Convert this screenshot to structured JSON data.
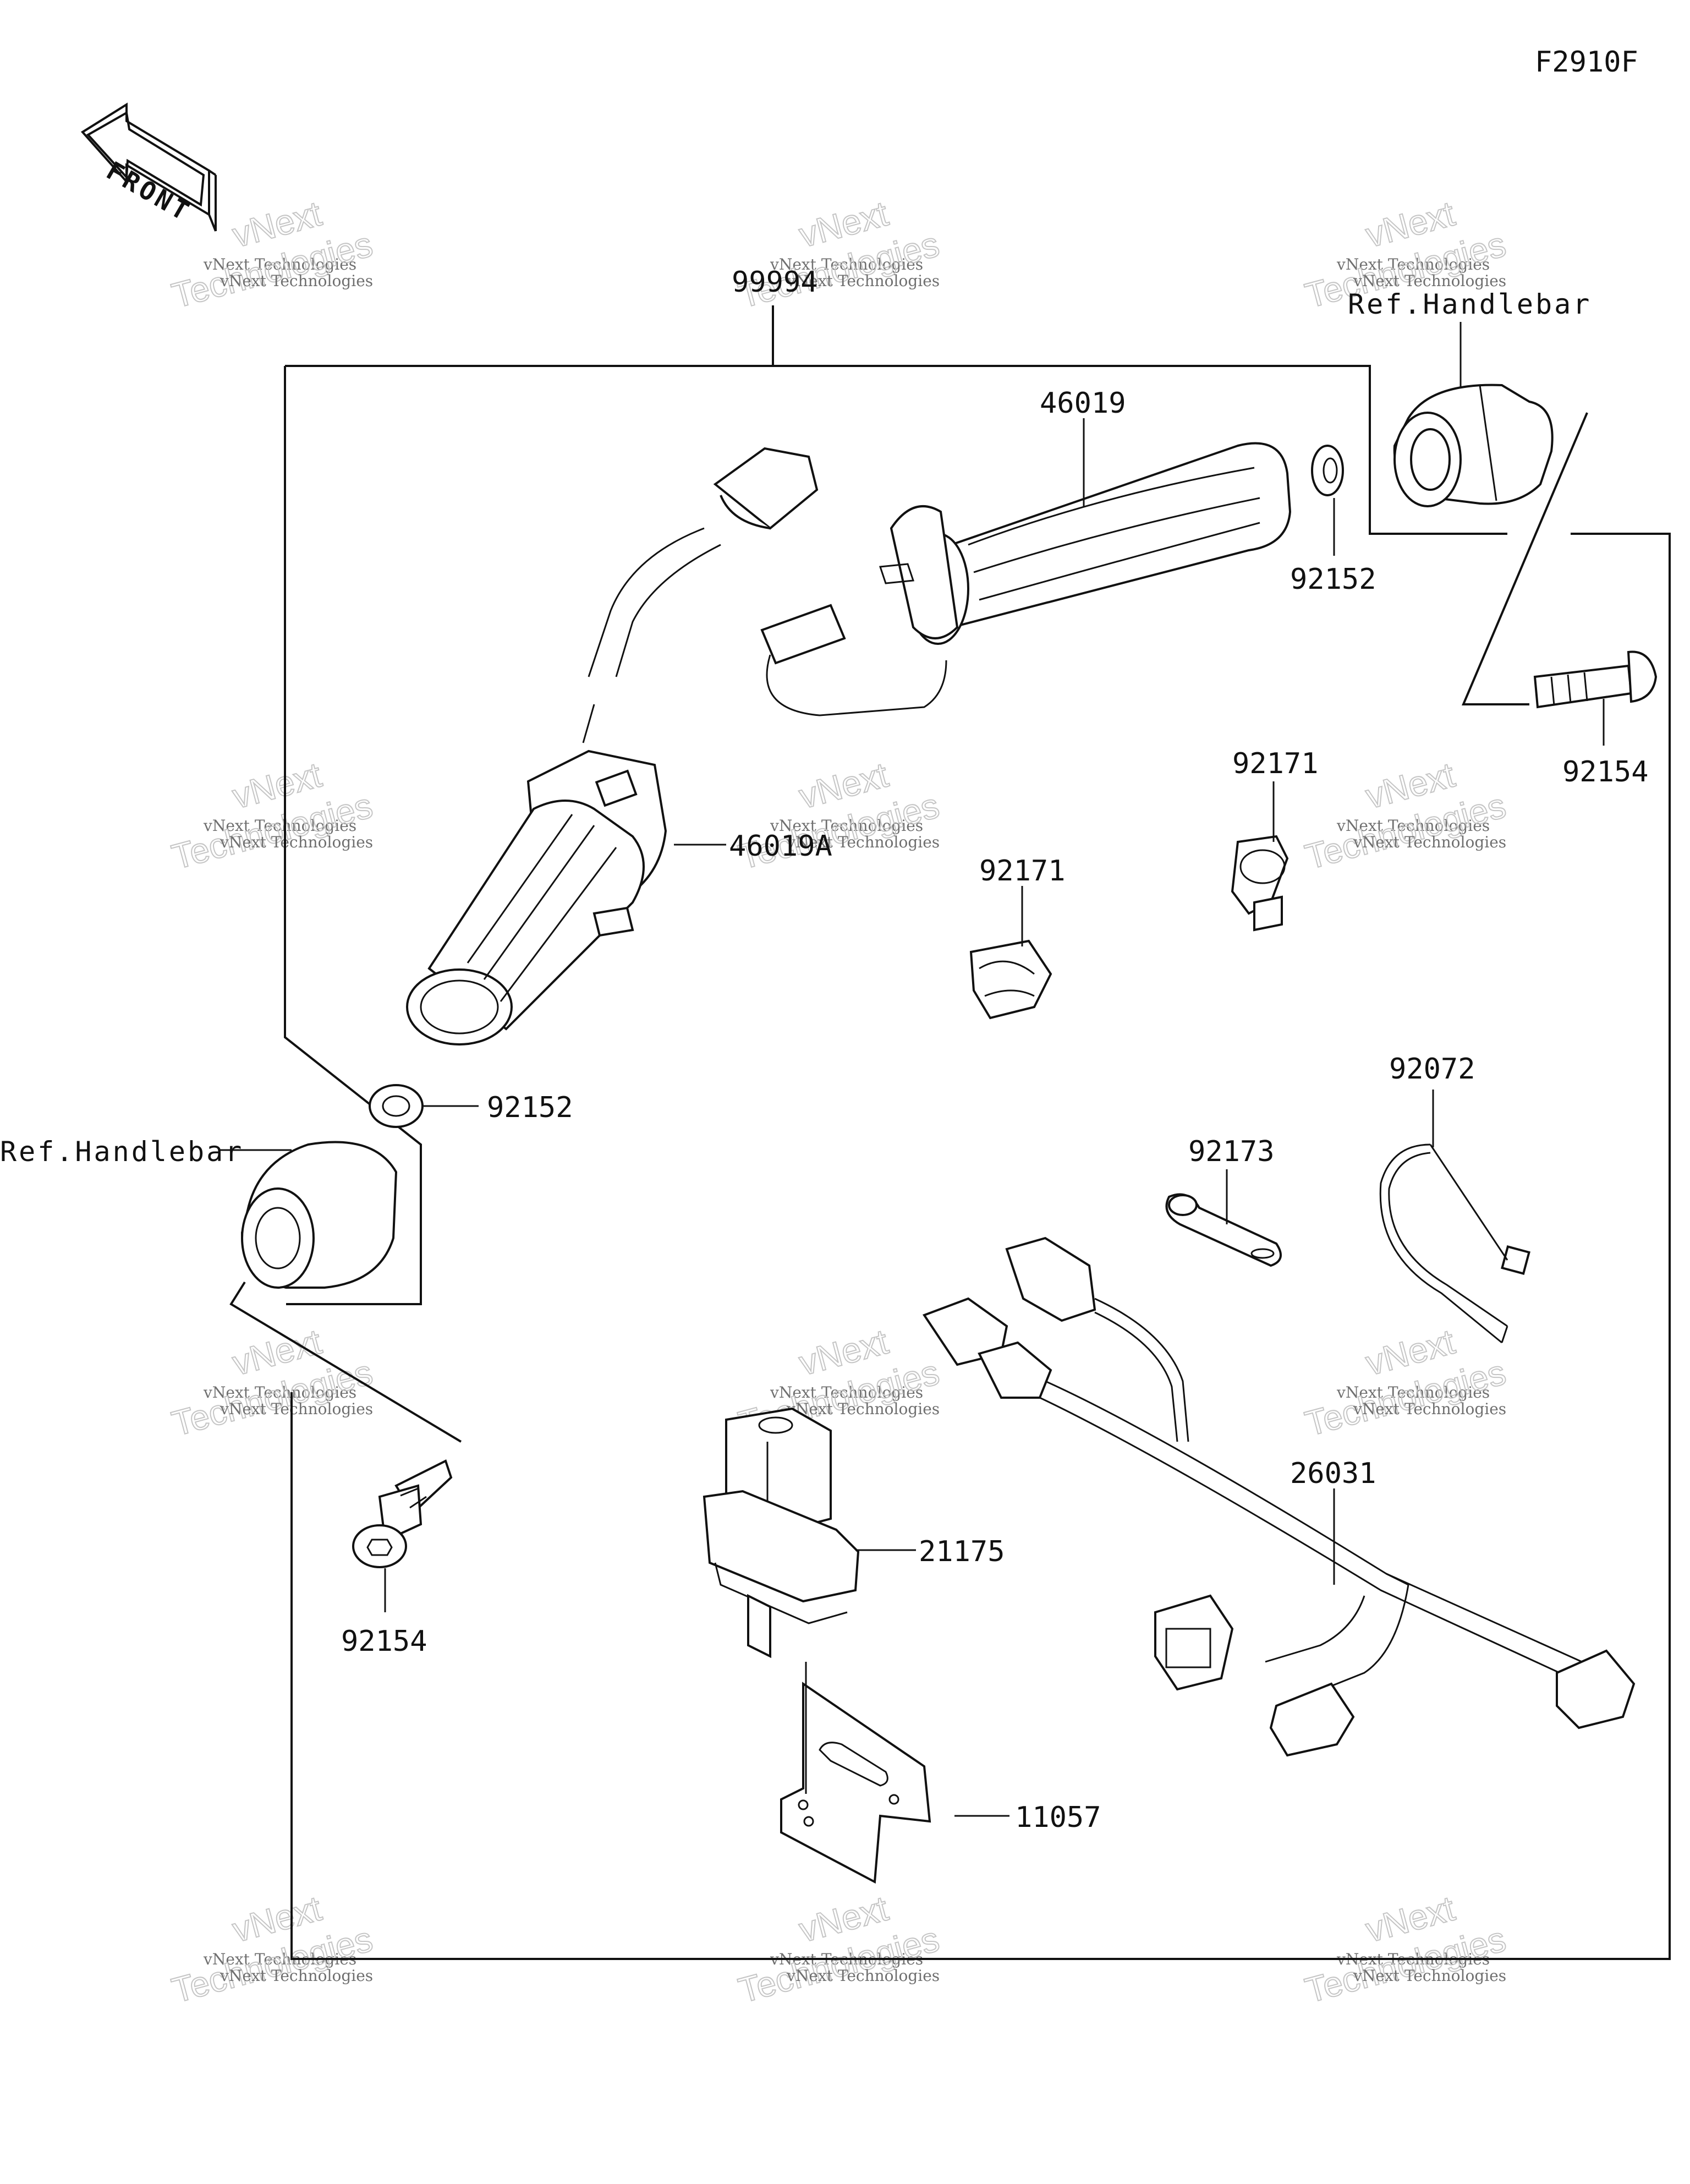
{
  "figure_code": "F2910F",
  "front_arrow_label": "FRONT",
  "kit_part": "99994",
  "ref_labels": [
    "Ref.Handlebar",
    "Ref.Handlebar"
  ],
  "parts": {
    "grip_right": "46019",
    "grip_left": "46019A",
    "collar_right": "92152",
    "collar_left": "92152",
    "bolt_right": "92154",
    "bolt_left": "92154",
    "clamp_upper": "92171",
    "clamp_lower": "92171",
    "band": "92072",
    "plate": "92173",
    "harness": "26031",
    "relay": "21175",
    "bracket": "11057"
  },
  "watermark": {
    "line1": "vNext Technologies",
    "line2": "vNext",
    "line3": "Technologies"
  }
}
